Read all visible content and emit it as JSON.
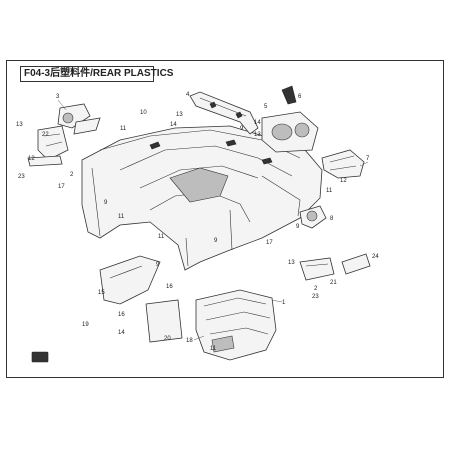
{
  "title": "F04-3后塑料件/REAR PLASTICS",
  "callouts": [
    "1",
    "2",
    "3",
    "4",
    "5",
    "6",
    "7",
    "8",
    "9",
    "10",
    "11",
    "12",
    "13",
    "14",
    "15",
    "16",
    "17",
    "18",
    "19",
    "20",
    "21",
    "22",
    "23",
    "24"
  ],
  "colors": {
    "line": "#333333",
    "fill": "#f4f4f4",
    "shade": "#bdbdbd"
  }
}
